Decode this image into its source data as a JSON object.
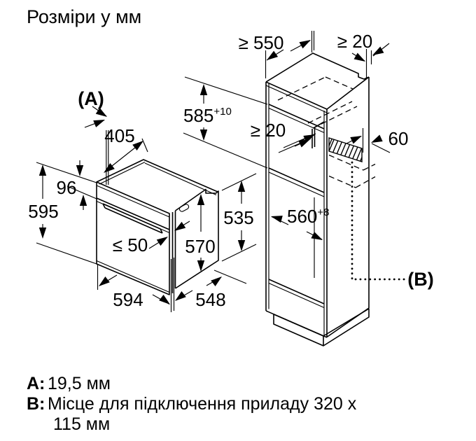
{
  "title": "Розміри у мм",
  "callouts": {
    "a": "(A)",
    "b": "(B)"
  },
  "dims": {
    "cabinet_top_depth": "≥ 550",
    "cabinet_top_rear_gap": "≥ 20",
    "niche_height": "585",
    "niche_height_tol": "+10",
    "niche_rear_gap": "≥ 20",
    "rear_clearance": "60",
    "niche_width": "560",
    "niche_width_tol": "+8",
    "oven_top_depth": "405",
    "control_panel_height": "96",
    "oven_front_height": "595",
    "door_clearance": "≤ 50",
    "oven_body_height": "570",
    "oven_rear_height": "535",
    "oven_width": "594",
    "oven_depth": "548"
  },
  "legend": {
    "a_key": "A:",
    "a_text": "19,5 мм",
    "b_key": "B:",
    "b_text": "Місце для підключення приладу 320 x",
    "b_text_line2": "115 мм"
  },
  "colors": {
    "line": "#000000",
    "background": "#ffffff"
  }
}
